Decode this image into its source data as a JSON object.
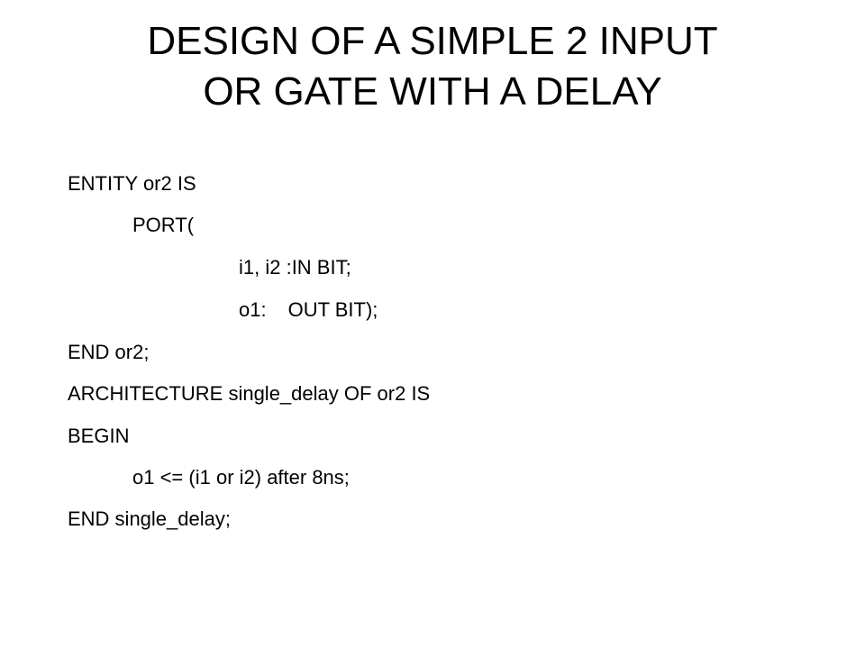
{
  "title": {
    "line1": "DESIGN OF A SIMPLE 2 INPUT",
    "line2": "OR GATE WITH A DELAY"
  },
  "code": {
    "entity_decl": "ENTITY or2 IS",
    "port_open": "PORT(",
    "inputs_decl": "i1, i2 :IN BIT;",
    "output_name": "o1:",
    "output_type": "OUT BIT);",
    "entity_end": "END or2;",
    "arch_decl": "ARCHITECTURE single_delay OF or2 IS",
    "begin_kw": "BEGIN",
    "assignment": "o1 <= (i1 or i2) after 8ns;",
    "arch_end": "END single_delay;"
  }
}
